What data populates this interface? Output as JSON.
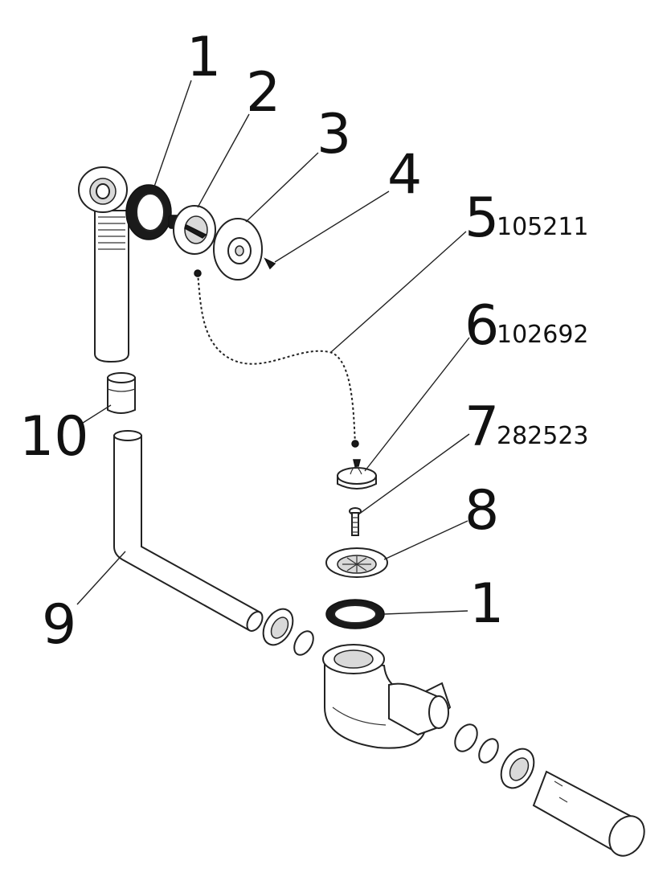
{
  "callouts": [
    {
      "id": "c1a",
      "number": "1",
      "code": ""
    },
    {
      "id": "c2",
      "number": "2",
      "code": ""
    },
    {
      "id": "c3",
      "number": "3",
      "code": ""
    },
    {
      "id": "c4",
      "number": "4",
      "code": ""
    },
    {
      "id": "c5",
      "number": "5",
      "code": "105211"
    },
    {
      "id": "c6",
      "number": "6",
      "code": "102692"
    },
    {
      "id": "c7",
      "number": "7",
      "code": "282523"
    },
    {
      "id": "c8",
      "number": "8",
      "code": ""
    },
    {
      "id": "c1b",
      "number": "1",
      "code": ""
    },
    {
      "id": "c9",
      "number": "9",
      "code": ""
    },
    {
      "id": "c10",
      "number": "10",
      "code": ""
    }
  ]
}
